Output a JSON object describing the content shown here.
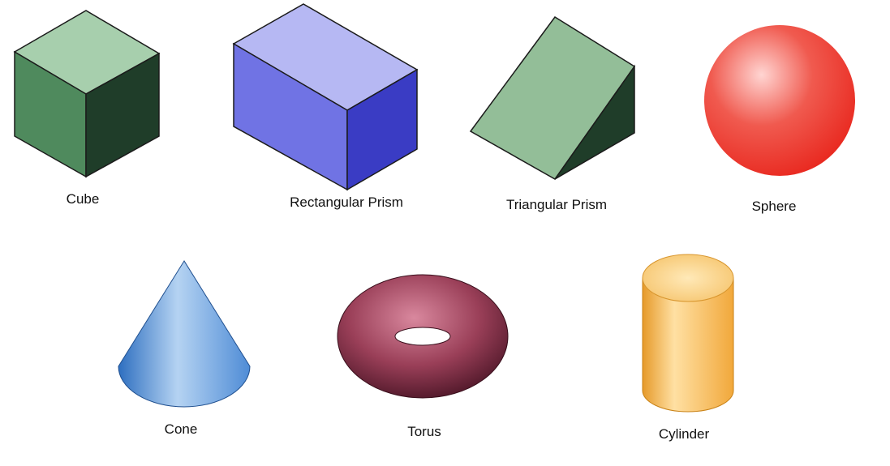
{
  "shapes": [
    {
      "key": "cube",
      "label": "Cube",
      "colors": {
        "top": "#a7cfad",
        "front": "#4f8a5d",
        "side": "#1f3d29"
      }
    },
    {
      "key": "rectangular-prism",
      "label": "Rectangular Prism",
      "colors": {
        "top": "#b6b8f3",
        "front": "#7073e4",
        "side": "#3a3cc4"
      }
    },
    {
      "key": "triangular-prism",
      "label": "Triangular Prism",
      "colors": {
        "slope": "#93be98",
        "side": "#1f3d29"
      }
    },
    {
      "key": "sphere",
      "label": "Sphere",
      "colors": {
        "base": "#e8241b",
        "highlight": "#ffd5d2"
      }
    },
    {
      "key": "cone",
      "label": "Cone",
      "colors": {
        "base": "#4f8cd6",
        "light": "#b5d3f2"
      }
    },
    {
      "key": "torus",
      "label": "Torus",
      "colors": {
        "base": "#9a3f58",
        "light": "#d9889e"
      }
    },
    {
      "key": "cylinder",
      "label": "Cylinder",
      "colors": {
        "base": "#f1a83b",
        "light": "#ffe0a3"
      }
    }
  ]
}
